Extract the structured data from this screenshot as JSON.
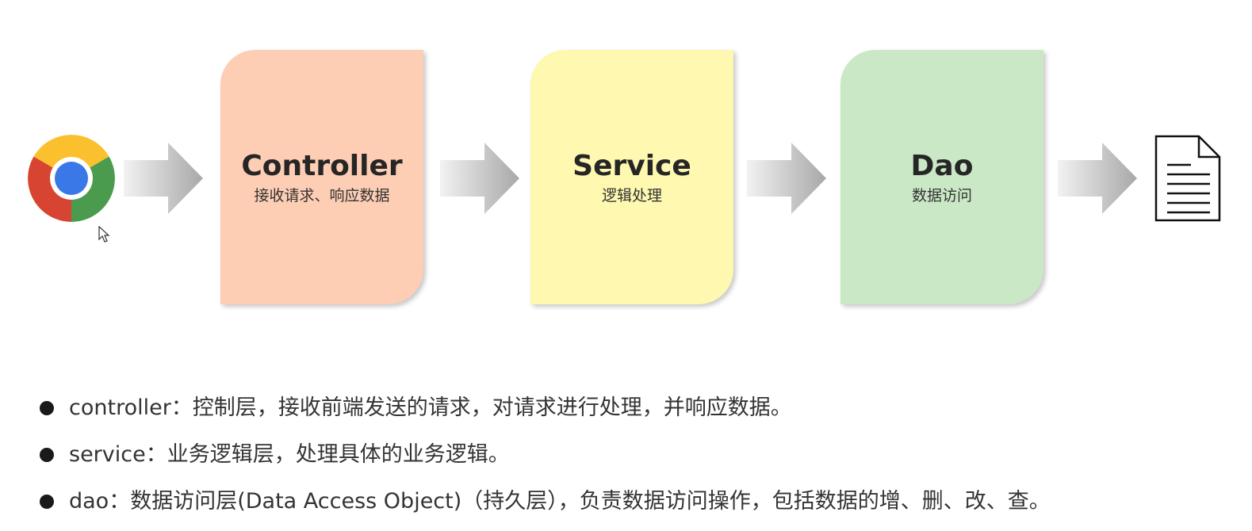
{
  "diagram": {
    "layers": [
      {
        "title": "Controller",
        "subtitle": "接收请求、响应数据",
        "color": "#fdcdb4"
      },
      {
        "title": "Service",
        "subtitle": "逻辑处理",
        "color": "#fff8b0"
      },
      {
        "title": "Dao",
        "subtitle": "数据访问",
        "color": "#cbe8c6"
      }
    ],
    "start_icon": "chrome-browser-icon",
    "end_icon": "document-icon",
    "arrow_icon": "right-arrow-icon"
  },
  "bullets": [
    {
      "text": "controller：控制层，接收前端发送的请求，对请求进行处理，并响应数据。"
    },
    {
      "text": "service：业务逻辑层，处理具体的业务逻辑。"
    },
    {
      "text": "dao：数据访问层(Data Access Object)（持久层），负责数据访问操作，包括数据的增、删、改、查。"
    }
  ]
}
